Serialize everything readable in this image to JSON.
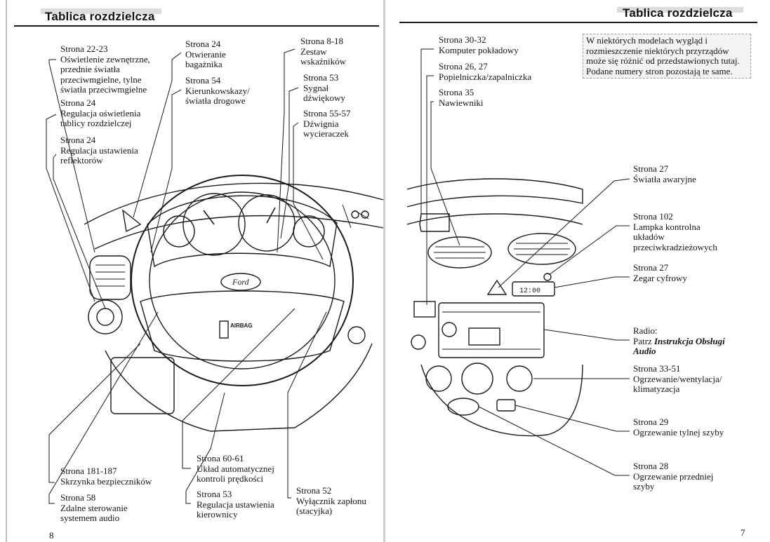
{
  "header": {
    "left_title": "Tablica rozdzielcza",
    "right_title": "Tablica rozdzielcza"
  },
  "left_callouts": {
    "c1": {
      "page": "Strona 22-23",
      "lines": [
        "Oświetlenie zewnętrzne,",
        "przednie światła",
        "przeciwmgielne, tylne",
        "światła przeciwmgielne"
      ]
    },
    "c2": {
      "page": "Strona 24",
      "lines": [
        "Regulacja oświetlenia",
        "tablicy rozdzielczej"
      ]
    },
    "c3": {
      "page": "Strona 24",
      "lines": [
        "Regulacja ustawienia",
        "reflektorów"
      ]
    },
    "c4": {
      "page": "Strona 24",
      "lines": [
        "Otwieranie",
        "bagażnika"
      ]
    },
    "c5": {
      "page": "Strona 54",
      "lines": [
        "Kierunkowskazy/",
        "światła drogowe"
      ]
    },
    "c6": {
      "page": "Strona 8-18",
      "lines": [
        "Zestaw",
        "wskaźników"
      ]
    },
    "c7": {
      "page": "Strona 53",
      "lines": [
        "Sygnał",
        "dźwiękowy"
      ]
    },
    "c8": {
      "page": "Strona 55-57",
      "lines": [
        "Dźwignia",
        "wycieraczek"
      ]
    },
    "c9": {
      "page": "Strona 181-187",
      "lines": [
        "Skrzynka bezpieczników"
      ]
    },
    "c10": {
      "page": "Strona 58",
      "lines": [
        "Zdalne sterowanie",
        "systemem audio"
      ]
    },
    "c11": {
      "page": "Strona 60-61",
      "lines": [
        "Układ automatycznej",
        "kontroli prędkości"
      ]
    },
    "c12": {
      "page": "Strona 53",
      "lines": [
        "Regulacja ustawienia",
        "kierownicy"
      ]
    },
    "c13": {
      "page": "Strona 52",
      "lines": [
        "Wyłącznik zapłonu",
        "(stacyjka)"
      ]
    }
  },
  "right_callouts": {
    "r1": {
      "page": "Strona 30-32",
      "lines": [
        "Komputer pokładowy"
      ]
    },
    "r2": {
      "page": "Strona 26, 27",
      "lines": [
        "Popielniczka/zapalniczka"
      ]
    },
    "r3": {
      "page": "Strona 35",
      "lines": [
        "Nawiewniki"
      ]
    },
    "r4": {
      "page": "Strona 27",
      "lines": [
        "Światła awaryjne"
      ]
    },
    "r5": {
      "page": "Strona 102",
      "lines": [
        "Lampka kontrolna",
        "układów",
        "przeciwkradzieżowych"
      ]
    },
    "r6": {
      "page": "Strona 27",
      "lines": [
        "Zegar cyfrowy"
      ]
    },
    "r7": {
      "page": "Radio:",
      "lines": [
        "Patrz"
      ],
      "italic": "Instrukcja Obsługi",
      "italic2": "Audio"
    },
    "r8": {
      "page": "Strona 33-51",
      "lines": [
        "Ogrzewanie/wentylacja/",
        "klimatyzacja"
      ]
    },
    "r9": {
      "page": "Strona 29",
      "lines": [
        "Ogrzewanie tylnej szyby"
      ]
    },
    "r10": {
      "page": "Strona 28",
      "lines": [
        "Ogrzewanie przedniej",
        "szyby"
      ]
    }
  },
  "note": "W niektórych modelach wygląd i rozmieszczenie niektórych przyrządów może się różnić od przedstawionych tutaj. Podane numery stron pozostają te same.",
  "illustration": {
    "logo": "Ford",
    "airbag": "AIRBAG",
    "clock": "12:00"
  },
  "page_numbers": {
    "left": "8",
    "right": "7"
  }
}
